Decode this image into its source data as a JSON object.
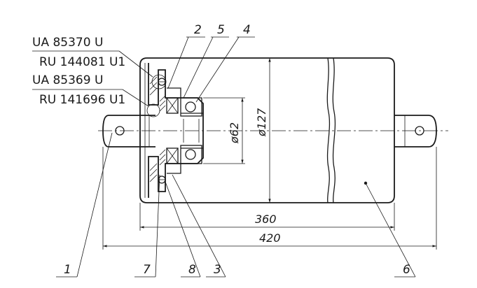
{
  "patents": [
    "UA 85370 U",
    "RU 144081 U1",
    "UA 85369 U",
    "RU 141696 U1"
  ],
  "callouts_top": [
    "2",
    "5",
    "4"
  ],
  "callouts_bottom": [
    "1",
    "7",
    "8",
    "3",
    "6"
  ],
  "dimensions": {
    "inner_diameter": "ø62",
    "outer_diameter": "ø127",
    "shell_length": "360",
    "total_length": "420"
  }
}
